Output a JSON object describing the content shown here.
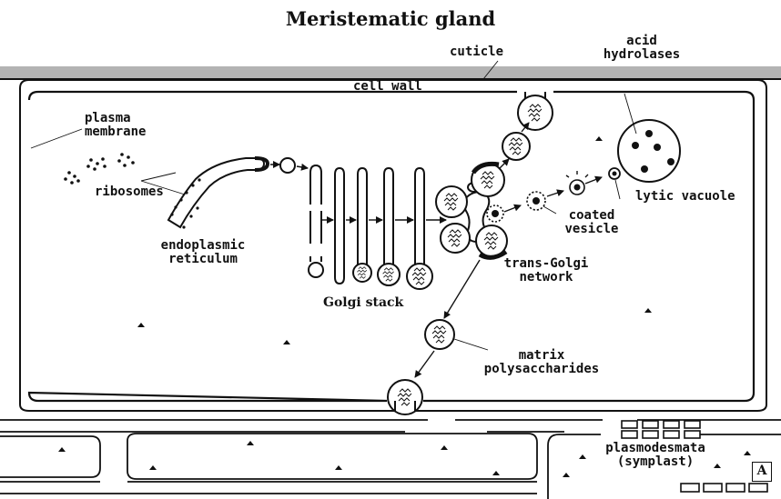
{
  "title": "Meristematic gland",
  "labels": {
    "cuticle": "cuticle",
    "cell_wall": "cell wall",
    "acid_hydrolases": [
      "acid",
      "hydrolases"
    ],
    "plasma_membrane": [
      "plasma",
      "membrane"
    ],
    "ribosomes": "ribosomes",
    "endoplasmic_reticulum": [
      "endoplasmic",
      "reticulum"
    ],
    "golgi_stack": "Golgi stack",
    "trans_golgi_network": [
      "trans-Golgi",
      "network"
    ],
    "coated_vesicle": [
      "coated",
      "vesicle"
    ],
    "lytic_vacuole": "lytic vacuole",
    "matrix_polysaccharides": [
      "matrix",
      "polysaccharides"
    ],
    "plasmodesmata": [
      "plasmodesmata",
      "(symplast)"
    ]
  },
  "panel_tag": "A",
  "colors": {
    "cuticle": "#b3b3b3",
    "ink": "#111111"
  }
}
